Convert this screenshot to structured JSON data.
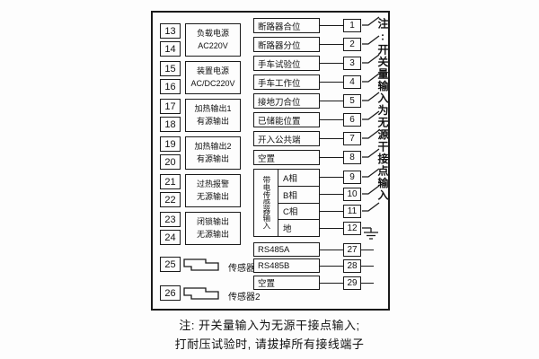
{
  "diagram": {
    "left_groups": [
      {
        "terminals": [
          "13",
          "14"
        ],
        "label_line1": "负载电源",
        "label_line2": "AC220V"
      },
      {
        "terminals": [
          "15",
          "16"
        ],
        "label_line1": "装置电源",
        "label_line2": "AC/DC220V"
      },
      {
        "terminals": [
          "17",
          "18"
        ],
        "label_line1": "加热输出1",
        "label_line2": "有源输出"
      },
      {
        "terminals": [
          "19",
          "20"
        ],
        "label_line1": "加热输出2",
        "label_line2": "有源输出"
      },
      {
        "terminals": [
          "21",
          "22"
        ],
        "label_line1": "过热报警",
        "label_line2": "无源输出"
      },
      {
        "terminals": [
          "23",
          "24"
        ],
        "label_line1": "闭锁输出",
        "label_line2": "无源输出"
      }
    ],
    "sensors": [
      {
        "terminal": "25",
        "label": "传感器1"
      },
      {
        "terminal": "26",
        "label": "传感器2"
      }
    ],
    "right_rows": [
      {
        "label": "断路器合位",
        "terminal": "1"
      },
      {
        "label": "断路器分位",
        "terminal": "2"
      },
      {
        "label": "手车试验位",
        "terminal": "3"
      },
      {
        "label": "手车工作位",
        "terminal": "4"
      },
      {
        "label": "接地刀合位",
        "terminal": "5"
      },
      {
        "label": "已储能位置",
        "terminal": "6"
      },
      {
        "label": "开入公共端",
        "terminal": "7"
      },
      {
        "label": "空置",
        "terminal": "8"
      }
    ],
    "sensor_input_group": {
      "vertical_label": "带电传感器输入",
      "rows": [
        {
          "label": "A相",
          "terminal": "9"
        },
        {
          "label": "B相",
          "terminal": "10"
        },
        {
          "label": "C相",
          "terminal": "11"
        },
        {
          "label": "地",
          "terminal": "12"
        }
      ]
    },
    "comm_rows": [
      {
        "label": "RS485A",
        "terminal": "27"
      },
      {
        "label": "RS485B",
        "terminal": "28"
      },
      {
        "label": "空置",
        "terminal": "29"
      }
    ],
    "side_note": "注:开关量输入为无源干接点输入"
  },
  "footer": {
    "note_line1": "注: 开关量输入为无源干接点输入;",
    "note_line2": "打耐压试验时, 请拔掉所有接线端子"
  }
}
